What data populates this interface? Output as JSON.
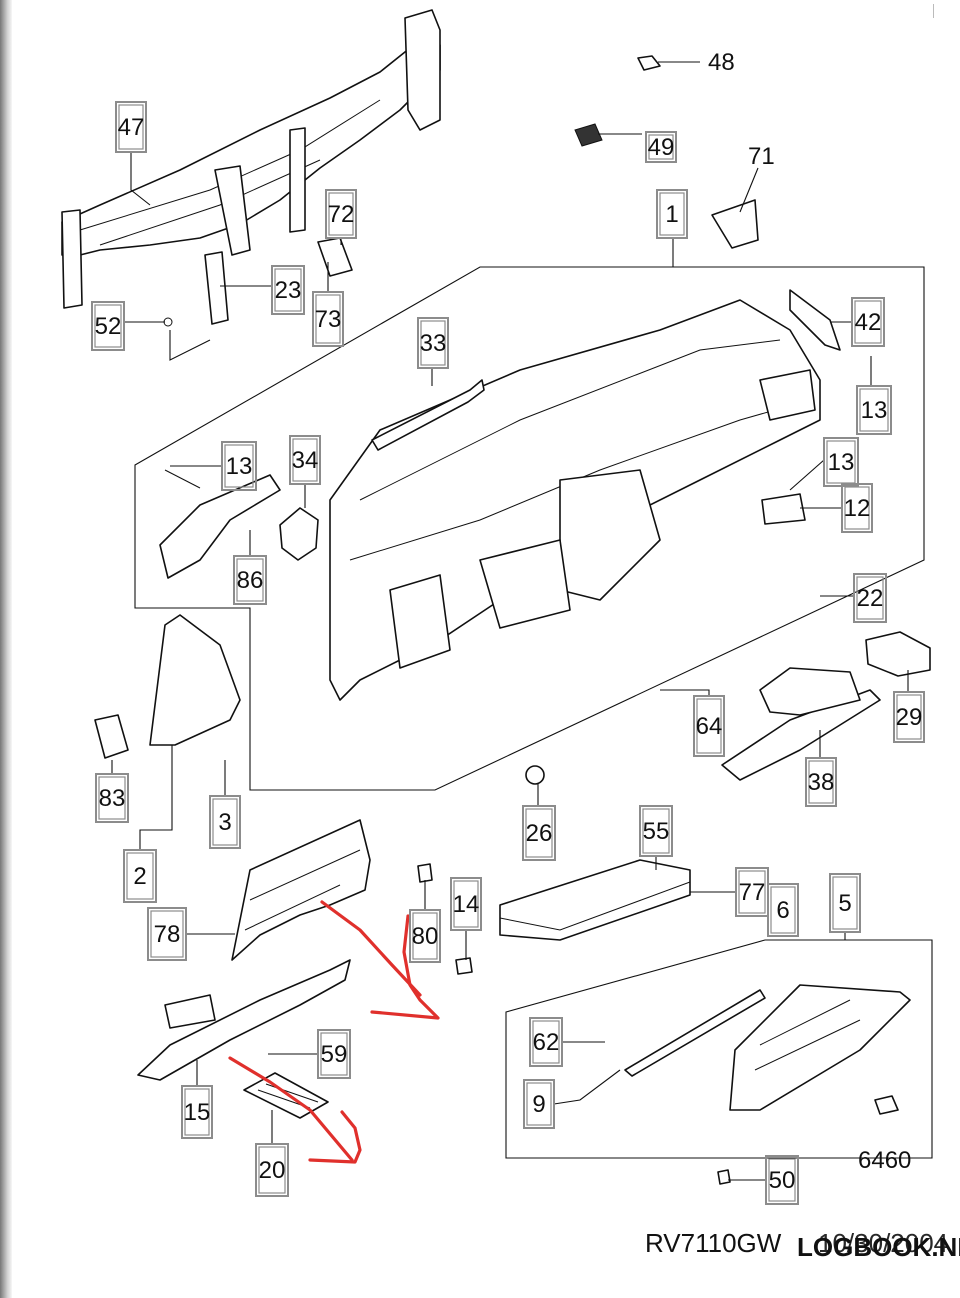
{
  "diagram": {
    "callouts": [
      {
        "id": "48",
        "label": "48",
        "boxed": false
      },
      {
        "id": "49",
        "label": "49",
        "boxed": true
      },
      {
        "id": "71",
        "label": "71",
        "boxed": false
      },
      {
        "id": "1",
        "label": "1",
        "boxed": true
      },
      {
        "id": "47",
        "label": "47",
        "boxed": true
      },
      {
        "id": "72",
        "label": "72",
        "boxed": true
      },
      {
        "id": "73",
        "label": "73",
        "boxed": true
      },
      {
        "id": "23",
        "label": "23",
        "boxed": true
      },
      {
        "id": "52",
        "label": "52",
        "boxed": true
      },
      {
        "id": "42",
        "label": "42",
        "boxed": true
      },
      {
        "id": "13a",
        "label": "13",
        "boxed": true
      },
      {
        "id": "33",
        "label": "33",
        "boxed": true
      },
      {
        "id": "13b",
        "label": "13",
        "boxed": true
      },
      {
        "id": "34",
        "label": "34",
        "boxed": true
      },
      {
        "id": "13c",
        "label": "13",
        "boxed": true
      },
      {
        "id": "12",
        "label": "12",
        "boxed": true
      },
      {
        "id": "86",
        "label": "86",
        "boxed": true
      },
      {
        "id": "22",
        "label": "22",
        "boxed": true
      },
      {
        "id": "29",
        "label": "29",
        "boxed": true
      },
      {
        "id": "64",
        "label": "64",
        "boxed": true
      },
      {
        "id": "38",
        "label": "38",
        "boxed": true
      },
      {
        "id": "83",
        "label": "83",
        "boxed": true
      },
      {
        "id": "3",
        "label": "3",
        "boxed": true
      },
      {
        "id": "26",
        "label": "26",
        "boxed": true
      },
      {
        "id": "55",
        "label": "55",
        "boxed": true
      },
      {
        "id": "2",
        "label": "2",
        "boxed": true
      },
      {
        "id": "14",
        "label": "14",
        "boxed": true
      },
      {
        "id": "77",
        "label": "77",
        "boxed": true
      },
      {
        "id": "6",
        "label": "6",
        "boxed": true
      },
      {
        "id": "5",
        "label": "5",
        "boxed": true
      },
      {
        "id": "78",
        "label": "78",
        "boxed": true
      },
      {
        "id": "80",
        "label": "80",
        "boxed": true
      },
      {
        "id": "62",
        "label": "62",
        "boxed": true
      },
      {
        "id": "59",
        "label": "59",
        "boxed": true
      },
      {
        "id": "9",
        "label": "9",
        "boxed": true
      },
      {
        "id": "15",
        "label": "15",
        "boxed": true
      },
      {
        "id": "20",
        "label": "20",
        "boxed": true
      },
      {
        "id": "6460",
        "label": "6460",
        "boxed": false
      },
      {
        "id": "50",
        "label": "50",
        "boxed": true
      }
    ],
    "footer": {
      "part_code": "RV7110GW",
      "date_stamp": "10/30/2004",
      "watermark": "LOGBOOK.NET"
    },
    "colors": {
      "line": "#111111",
      "callout_box": "#8c8c8c",
      "annotation": "#e0302c",
      "background": "#ffffff"
    }
  }
}
